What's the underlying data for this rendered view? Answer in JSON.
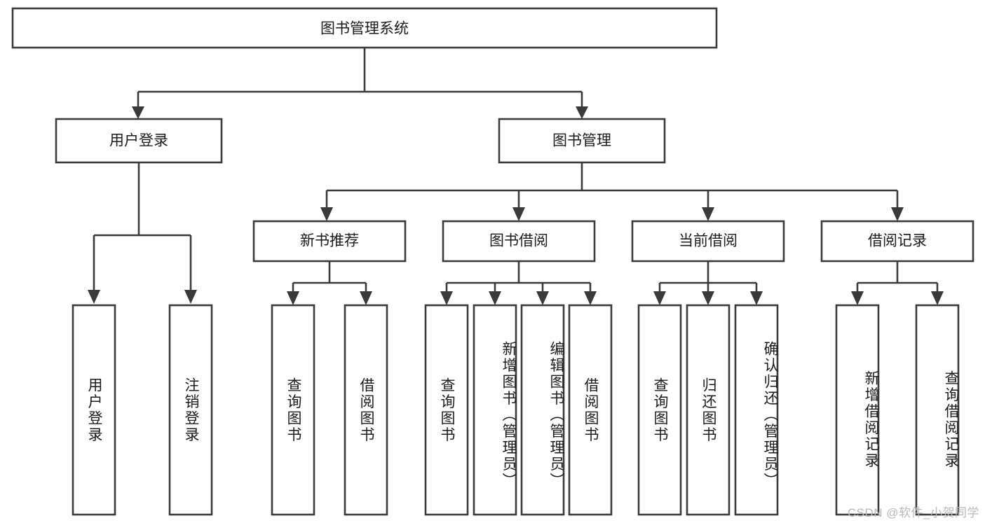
{
  "diagram": {
    "title": "图书管理系统",
    "type": "tree",
    "watermark": "CSDN @软件_小贺同学",
    "colors": {
      "stroke": "#3a3a3a",
      "fill": "#ffffff",
      "text": "#1b1b1b",
      "watermark": "#b9b9b9",
      "background": "#ffffff"
    },
    "levels": {
      "root": {
        "label": "图书管理系统"
      },
      "level2": [
        {
          "label": "用户登录"
        },
        {
          "label": "图书管理"
        }
      ],
      "level3": [
        {
          "label": "新书推荐"
        },
        {
          "label": "图书借阅"
        },
        {
          "label": "当前借阅"
        },
        {
          "label": "借阅记录"
        }
      ]
    },
    "nodes": {
      "root": "图书管理系统",
      "user_login": "用户登录",
      "book_manage": "图书管理",
      "new_book_rec": "新书推荐",
      "book_borrow": "图书借阅",
      "current_borrow": "当前借阅",
      "borrow_record": "借阅记录",
      "leaf_user_login": "用户登录",
      "leaf_logout": "注销登录",
      "leaf_query_book_a": "查询图书",
      "leaf_borrow_book_a": "借阅图书",
      "leaf_query_book_b": "查询图书",
      "leaf_add_book_admin": "新增图书（管理员）",
      "leaf_edit_book_admin": "编辑图书（管理员）",
      "leaf_borrow_book_b": "借阅图书",
      "leaf_query_book_c": "查询图书",
      "leaf_return_book": "归还图书",
      "leaf_confirm_return_admin": "确认归还（管理员）",
      "leaf_add_record": "新增借阅记录",
      "leaf_query_record": "查询借阅记录"
    },
    "leaf_lines": {
      "leaf_user_login": [
        "用户",
        "登录"
      ],
      "leaf_logout": [
        "注销",
        "登录"
      ],
      "leaf_query_book_a": [
        "查询",
        "图书"
      ],
      "leaf_borrow_book_a": [
        "借阅",
        "图书"
      ],
      "leaf_query_book_b": [
        "查询",
        "图书"
      ],
      "leaf_add_book_admin": [
        "新增图书",
        "（管理员）"
      ],
      "leaf_edit_book_admin": [
        "编辑图书",
        "（管理员）"
      ],
      "leaf_borrow_book_b": [
        "借阅",
        "图书"
      ],
      "leaf_query_book_c": [
        "查询",
        "图书"
      ],
      "leaf_return_book": [
        "归还",
        "图书"
      ],
      "leaf_confirm_return_admin": [
        "确认归还",
        "（管理员）"
      ],
      "leaf_add_record": [
        "新增借阅",
        "记录"
      ],
      "leaf_query_record": [
        "查询借阅",
        "记录"
      ]
    }
  }
}
